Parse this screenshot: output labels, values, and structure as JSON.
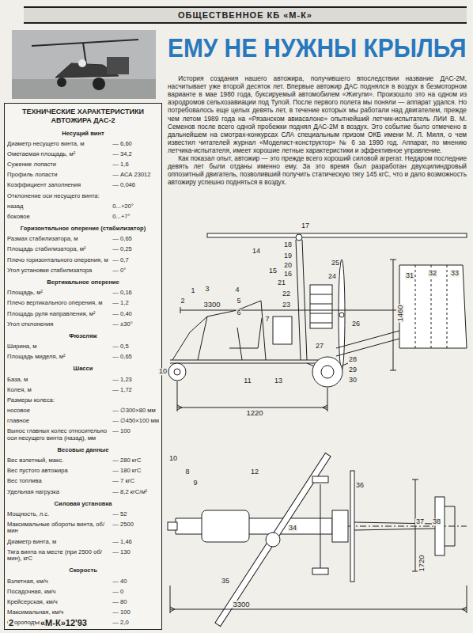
{
  "diagram": {
    "title": "ЕМУ НЕ НУЖНЫ КРЫЛЬЯ",
    "nodes": [
      {
        "text": [
          "ОБЩЕСТВЕННОЕ КБ «М-К»"
        ]
      },
      {
        "text": [
          "ТЕХНИЧЕСКИЕ ХАРАКТЕРИСТИКИ АВТОЖИРА ДАС-2"
        ]
      }
    ],
    "labels": [
      "История создания нашего автожира, получившего впоследствии название ДАС-2М, насчитывает уже второй десяток лет. Впервые автожир ДАС поднялся в воздух в безмоторном варианте в мае 1980 года, буксируемый автомобилем «Жигули». Произошло это на одном из аэродромов сельхозавиации под Тулой. После первого полета мы поняли — аппарат удался. Но потребовалось еще целых девять лет, в течение которых мы работали над двигателем, прежде чем летом 1989 года на «Рязанском авиасалоне» опытнейший летчик-испытатель ЛИИ В. М. Семенов после всего одной пробежки поднял ДАС-2М в воздух. Это событие было отмечено в дальнейшем на смотрах-конкурсах СЛА специальным призом ОКБ имени М. Л. Миля, о чем известил читателей журнал «Моделист-конструктор» № 6 за 1990 год. Аппарат, по мнению летчика-испытателя, имеет хорошие летные характеристики и эффективное управление.",
      "Как показал опыт, автожир — это прежде всего хороший силовой агрегат. Недаром последние девять лет были отданы именно ему. За это время был разработан двухцилиндровый оппозитный двигатель, позволивший получить статическую тягу 145 кгС, что и дало возможность автожиру успешно подняться в воздух.",
      "Несущий винт",
      "Диаметр несущего винта, м",
      "— 6,60",
      "Ометаемая площадь, м²",
      "— 34,2",
      "Сужение лопасти",
      "— 1,6",
      "Профиль лопасти",
      "— АСА 23012",
      "Коэффициент заполнения",
      "— 0,046",
      "Отклонение оси несущего винта:",
      "назад",
      "0...+20°",
      "боковое",
      "0...+7°",
      "Горизонтальное оперение (стабилизатор)",
      "Размах стабилизатора, м",
      "— 0,65",
      "Площадь стабилизатора, м²",
      "— 0,25",
      "Плечо горизонтального оперения, м",
      "— 0,7",
      "Угол установки стабилизатора",
      "— 0°",
      "Вертикальное оперение",
      "Площадь, м²",
      "— 0,16",
      "Плечо вертикального оперения, м",
      "— 1,2",
      "Площадь руля направления, м²",
      "— 0,40",
      "Угол отклонения",
      "— ±30°",
      "Фюзеляж",
      "Ширина, м",
      "— 0,5",
      "Площадь миделя, м²",
      "— 0,65",
      "Шасси",
      "База, м",
      "— 1,23",
      "Колея, м",
      "— 1,72",
      "Размеры колеса:",
      "носовое",
      "— ∅300×80 мм",
      "главное",
      "— ∅450×100 мм",
      "Вынос главных колес относительно оси несущего винта (назад), мм",
      "— 100",
      "Весовые данные",
      "Вес взлетный, макс.",
      "— 280 кгС",
      "Вес пустого автожира",
      "— 180 кгС",
      "Вес топлива",
      "— 7 кгС",
      "Удельная нагрузка",
      "— 8,2 кгС/м²",
      "Силовая установка",
      "Мощность, л.с.",
      "— 52",
      "Максимальные обороты винта, об/мин",
      "— 2500",
      "Диаметр винта, м",
      "— 1,46",
      "Тяга винта на месте (при 2500 об/мин), кгС",
      "— 130",
      "Скорость",
      "Взлетная, км/ч",
      "— 40",
      "Посадочная, км/ч",
      "— 0",
      "Крейсерская, км/ч",
      "— 80",
      "Максимальная, км/ч",
      "— 100",
      "Скороподъемность, м/с",
      "— 2,0",
      "1",
      "2",
      "3",
      "4",
      "5",
      "6",
      "7",
      "10",
      "11",
      "13",
      "14",
      "15",
      "16",
      "17",
      "18",
      "19",
      "20",
      "21",
      "22",
      "23",
      "24",
      "25",
      "26",
      "27",
      "28",
      "29",
      "30",
      "31",
      "32",
      "33",
      "10",
      "8",
      "9",
      "12",
      "34",
      "35",
      "36",
      "37",
      "38",
      "3300",
      "1460",
      "1220",
      "3300",
      "1720",
      "2",
      "«М-К»12'93"
    ]
  }
}
